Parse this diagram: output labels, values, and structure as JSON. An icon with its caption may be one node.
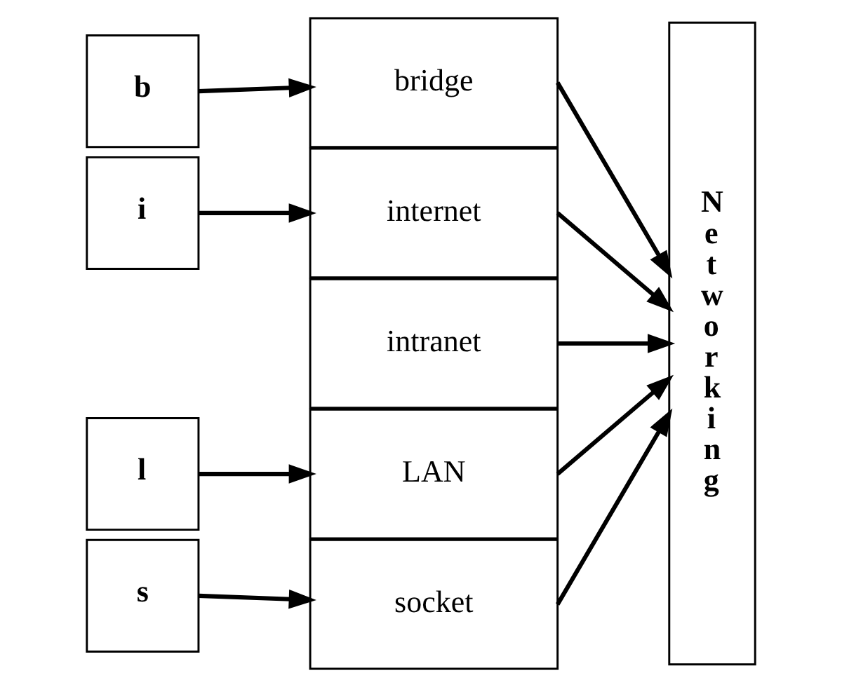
{
  "diagram": {
    "nodes": [
      {
        "text": [
          "b"
        ]
      },
      {
        "text": [
          "i"
        ]
      },
      {
        "text": [
          "l"
        ]
      },
      {
        "text": [
          "s"
        ]
      },
      {
        "text": [
          "bridge"
        ]
      },
      {
        "text": [
          "internet"
        ]
      },
      {
        "text": [
          "intranet"
        ]
      },
      {
        "text": [
          "LAN"
        ]
      },
      {
        "text": [
          "socket"
        ]
      },
      {
        "text": [
          "Networking"
        ]
      }
    ],
    "edges": [
      {
        "from": 0,
        "to": 4,
        "arrow": "to"
      },
      {
        "from": 1,
        "to": 5,
        "arrow": "to"
      },
      {
        "from": 2,
        "to": 7,
        "arrow": "to"
      },
      {
        "from": 3,
        "to": 8,
        "arrow": "to"
      },
      {
        "from": 4,
        "to": 9,
        "arrow": "to"
      },
      {
        "from": 5,
        "to": 9,
        "arrow": "to"
      },
      {
        "from": 6,
        "to": 9,
        "arrow": "to"
      },
      {
        "from": 7,
        "to": 9,
        "arrow": "to"
      },
      {
        "from": 8,
        "to": 9,
        "arrow": "to"
      }
    ]
  }
}
